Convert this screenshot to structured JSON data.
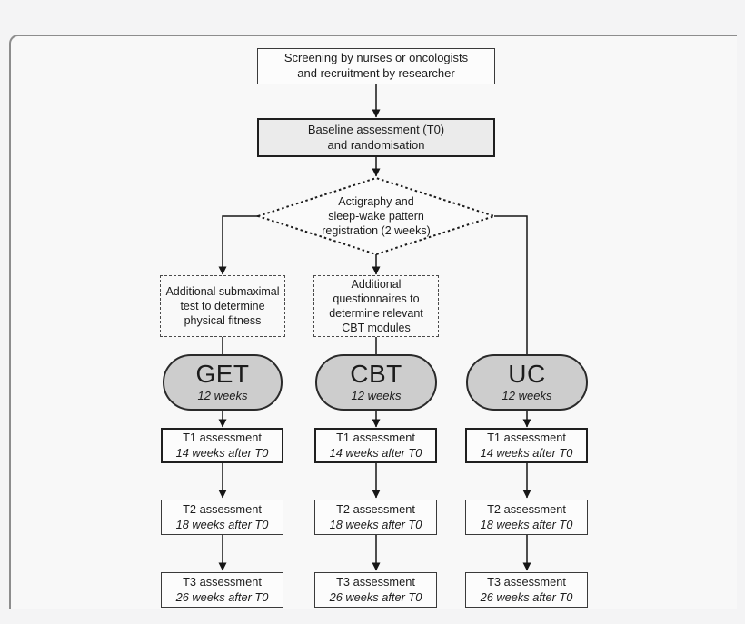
{
  "flowchart": {
    "screening_text": "Screening by nurses or oncologists\nand recruitment by researcher",
    "baseline_text": "Baseline assessment (T0)\nand randomisation",
    "actigraphy_text": "Actigraphy and\nsleep-wake pattern\nregistration (2 weeks)",
    "arms": [
      {
        "name": "GET",
        "duration": "12 weeks",
        "pre_box": "Additional submaximal\ntest to determine\nphysical fitness",
        "assessments": [
          {
            "title": "T1 assessment",
            "subtitle": "14 weeks after T0"
          },
          {
            "title": "T2 assessment",
            "subtitle": "18 weeks after T0"
          },
          {
            "title": "T3 assessment",
            "subtitle": "26 weeks after T0"
          }
        ]
      },
      {
        "name": "CBT",
        "duration": "12 weeks",
        "pre_box": "Additional\nquestionnaires to\ndetermine relevant\nCBT modules",
        "assessments": [
          {
            "title": "T1 assessment",
            "subtitle": "14 weeks after T0"
          },
          {
            "title": "T2 assessment",
            "subtitle": "18 weeks after T0"
          },
          {
            "title": "T3 assessment",
            "subtitle": "26 weeks after T0"
          }
        ]
      },
      {
        "name": "UC",
        "duration": "12 weeks",
        "assessments": [
          {
            "title": "T1 assessment",
            "subtitle": "14 weeks after T0"
          },
          {
            "title": "T2 assessment",
            "subtitle": "18 weeks after T0"
          },
          {
            "title": "T3 assessment",
            "subtitle": "26 weeks after T0"
          }
        ]
      }
    ],
    "colors": {
      "pill_fill": "#cdcdcd",
      "baseline_fill": "#ebebeb",
      "box_border": "#1f1f1f",
      "frame_border": "#8d8d8d",
      "line": "#161616",
      "page_background": "#f4f4f5",
      "panel_background": "#f8f8f8"
    }
  }
}
